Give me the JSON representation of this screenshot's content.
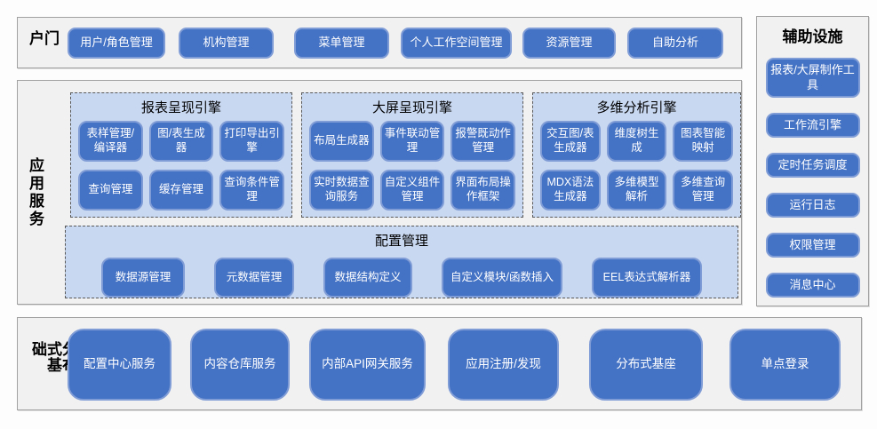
{
  "colors": {
    "node_fill": "#4472c4",
    "node_border": "#7f9cd6",
    "group_fill": "#c9d8f1",
    "panel_fill": "#f1f1f1",
    "panel_border": "#a1a1a1",
    "text_on_node": "#ffffff",
    "label_color": "#000000"
  },
  "portal": {
    "label": "门户",
    "buttons": [
      "用户/角色管理",
      "机构管理",
      "菜单管理",
      "个人工作空间管理",
      "资源管理",
      "自助分析"
    ]
  },
  "app_services": {
    "label": "应用服务",
    "engines": [
      {
        "title": "报表呈现引擎",
        "buttons": [
          "表样管理/编译器",
          "图/表生成器",
          "打印导出引擎",
          "查询管理",
          "缓存管理",
          "查询条件管理"
        ]
      },
      {
        "title": "大屏呈现引擎",
        "buttons": [
          "布局生成器",
          "事件联动管理",
          "报警既动作管理",
          "实时数据查询服务",
          "自定义组件管理",
          "界面布局操作框架"
        ]
      },
      {
        "title": "多维分析引擎",
        "buttons": [
          "交互图/表生成器",
          "维度树生成",
          "图表智能映射",
          "MDX语法生成器",
          "多维模型解析",
          "多维查询管理"
        ]
      }
    ],
    "config": {
      "title": "配置管理",
      "buttons": [
        "数据源管理",
        "元数据管理",
        "数据结构定义",
        "自定义模块/函数插入",
        "EEL表达式解析器"
      ]
    }
  },
  "foundation": {
    "label": "分布式基础",
    "buttons": [
      "配置中心服务",
      "内容仓库服务",
      "内部API网关服务",
      "应用注册/发现",
      "分布式基座",
      "单点登录"
    ]
  },
  "aux": {
    "title": "辅助设施",
    "buttons": [
      "报表/大屏制作工具",
      "工作流引擎",
      "定时任务调度",
      "运行日志",
      "权限管理",
      "消息中心"
    ]
  }
}
